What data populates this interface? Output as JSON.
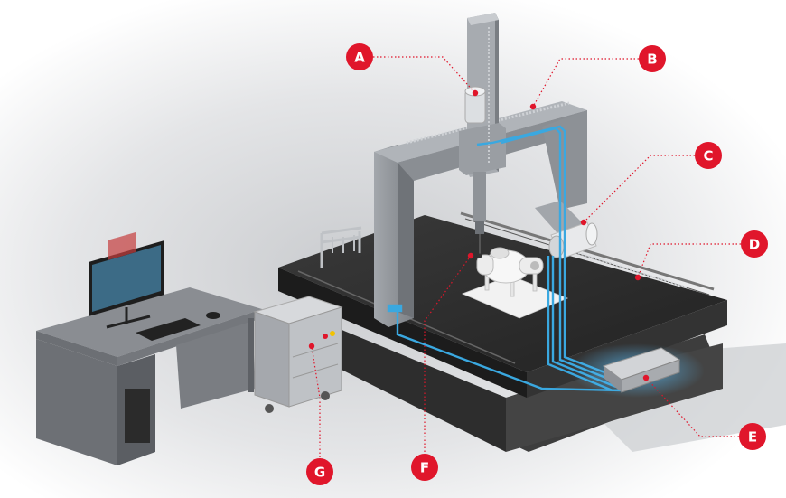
{
  "colors": {
    "marker": "#e0162b",
    "cable": "#3aa8e0",
    "granite": "#2a2a2a",
    "frame": "#8c9096",
    "desk": "#7c7f84"
  },
  "callouts": [
    {
      "id": "A",
      "label": "A"
    },
    {
      "id": "B",
      "label": "B"
    },
    {
      "id": "C",
      "label": "C"
    },
    {
      "id": "D",
      "label": "D"
    },
    {
      "id": "E",
      "label": "E"
    },
    {
      "id": "F",
      "label": "F"
    },
    {
      "id": "G",
      "label": "G"
    }
  ]
}
